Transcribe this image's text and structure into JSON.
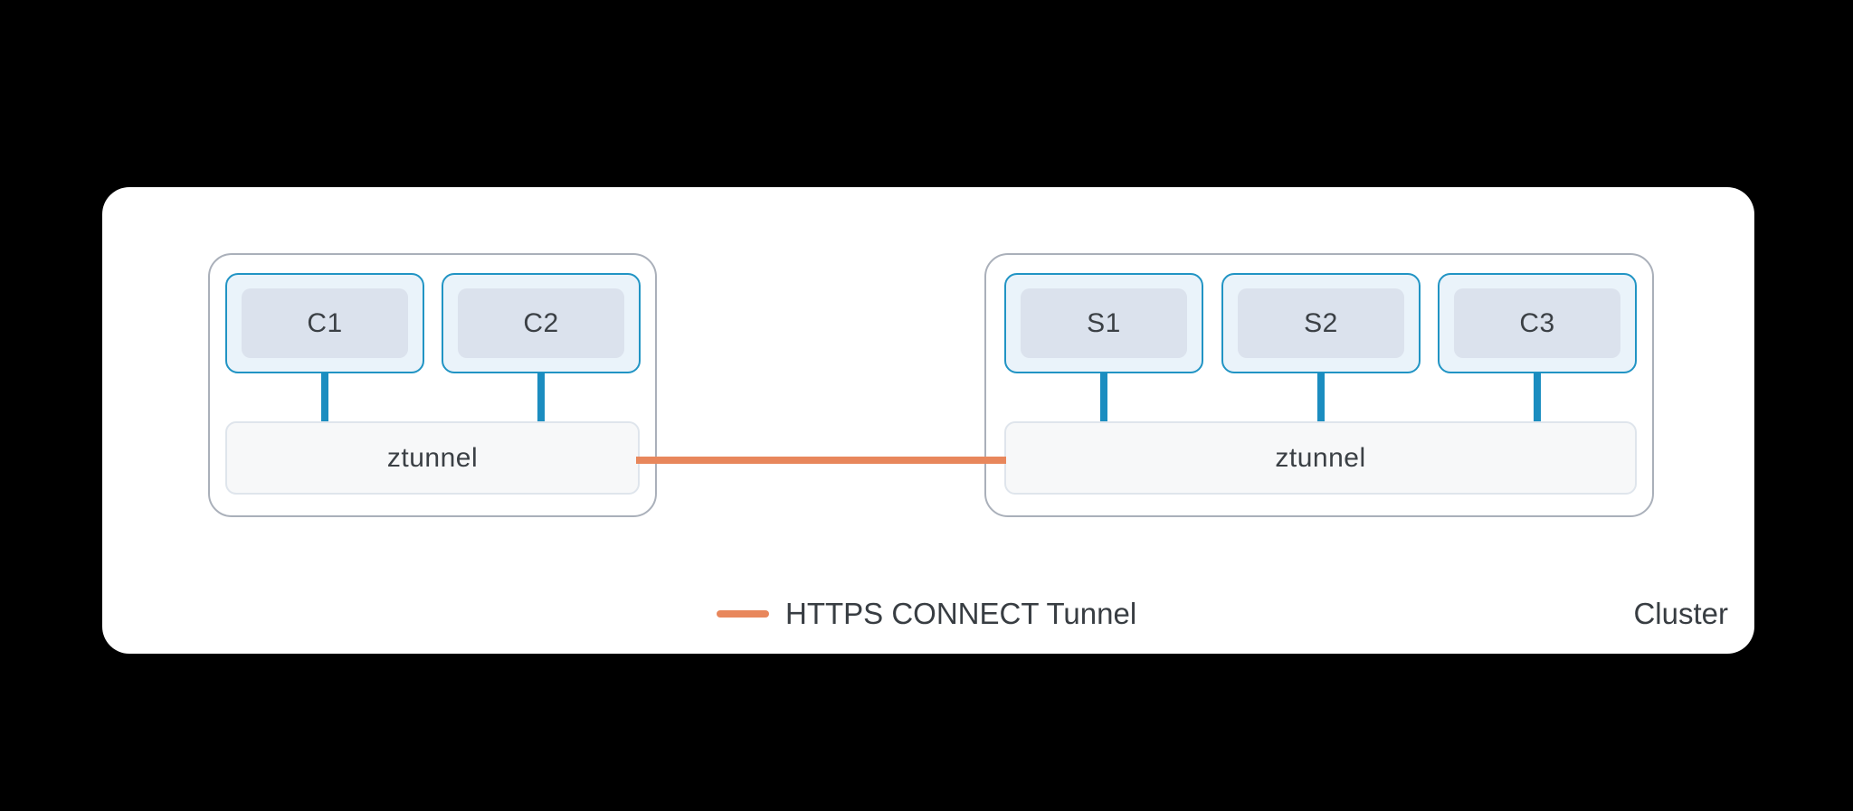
{
  "cluster_label": "Cluster",
  "legend": {
    "label": "HTTPS CONNECT Tunnel",
    "swatch_color": "#e8875c"
  },
  "nodes": [
    {
      "pods": [
        "C1",
        "C2"
      ],
      "proxy": "ztunnel"
    },
    {
      "pods": [
        "S1",
        "S2",
        "C3"
      ],
      "proxy": "ztunnel"
    }
  ],
  "colors": {
    "background": "#000000",
    "card": "#ffffff",
    "node_border": "#aab0ba",
    "pod_border": "#2194c4",
    "pod_fill": "#eaf3fa",
    "pod_inner_fill": "#dbe2ed",
    "proxy_fill": "#f7f8f9",
    "proxy_border": "#dfe5ec",
    "connector_blue": "#1b8dc0",
    "tunnel_orange": "#e8875c",
    "text": "#3b4045"
  }
}
